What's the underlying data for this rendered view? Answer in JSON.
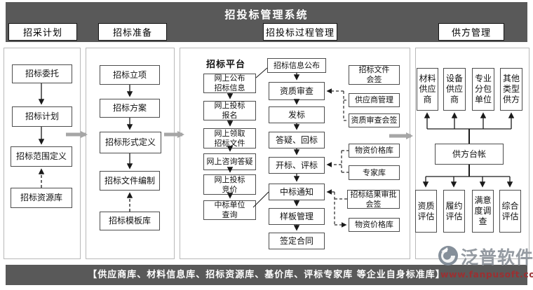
{
  "app": {
    "title": "招投标管理系统"
  },
  "sections": {
    "plan": "招采计划",
    "prepare": "招标准备",
    "process": "招投标过程管理",
    "supplier": "供方管理"
  },
  "plan_panel": {
    "steps": [
      "招标委托",
      "招标计划",
      "招标范围定义"
    ],
    "library": "招标资源库"
  },
  "prepare_panel": {
    "steps": [
      "招标立项",
      "招标方案",
      "招标形式定义",
      "招标文件编制"
    ],
    "library": "招标模板库"
  },
  "process_panel": {
    "platform_title": "招标平台",
    "platform_steps": [
      "网上公布\n招标信息",
      "网上投标\n报名",
      "网上领取\n招标文件",
      "网上咨询答疑",
      "网上投标\n竞价",
      "中标单位\n查询"
    ],
    "main_steps": [
      "招标信息公布",
      "资质审查",
      "发标",
      "答疑、回标",
      "开标、评标",
      "中标通知",
      "样板管理",
      "签定合同"
    ],
    "side_boxes": [
      "招标文件\n会签",
      "供应商管理",
      "资质审查会签",
      "物资价格库",
      "专家库",
      "招标结果审批\n会签",
      "物资价格库"
    ]
  },
  "supplier_panel": {
    "types": [
      "材料供应商",
      "设备供应商",
      "专业分包单位",
      "其他类型供方"
    ],
    "ledger": "供方台帐",
    "evaluations": [
      "资质评估",
      "履约评估",
      "满意度调查",
      "综合评估"
    ]
  },
  "footer": {
    "note": "【供应商库、材料信息库、招标资源库、基价库、评标专家库 等企业自身标准库】"
  },
  "watermark": {
    "brand": "泛普软件",
    "url": "www.fanpusoft.com"
  },
  "colors": {
    "bar": "#595959",
    "flow_arrow": "#a6a6a6",
    "watermark_red": "#9b3032"
  }
}
